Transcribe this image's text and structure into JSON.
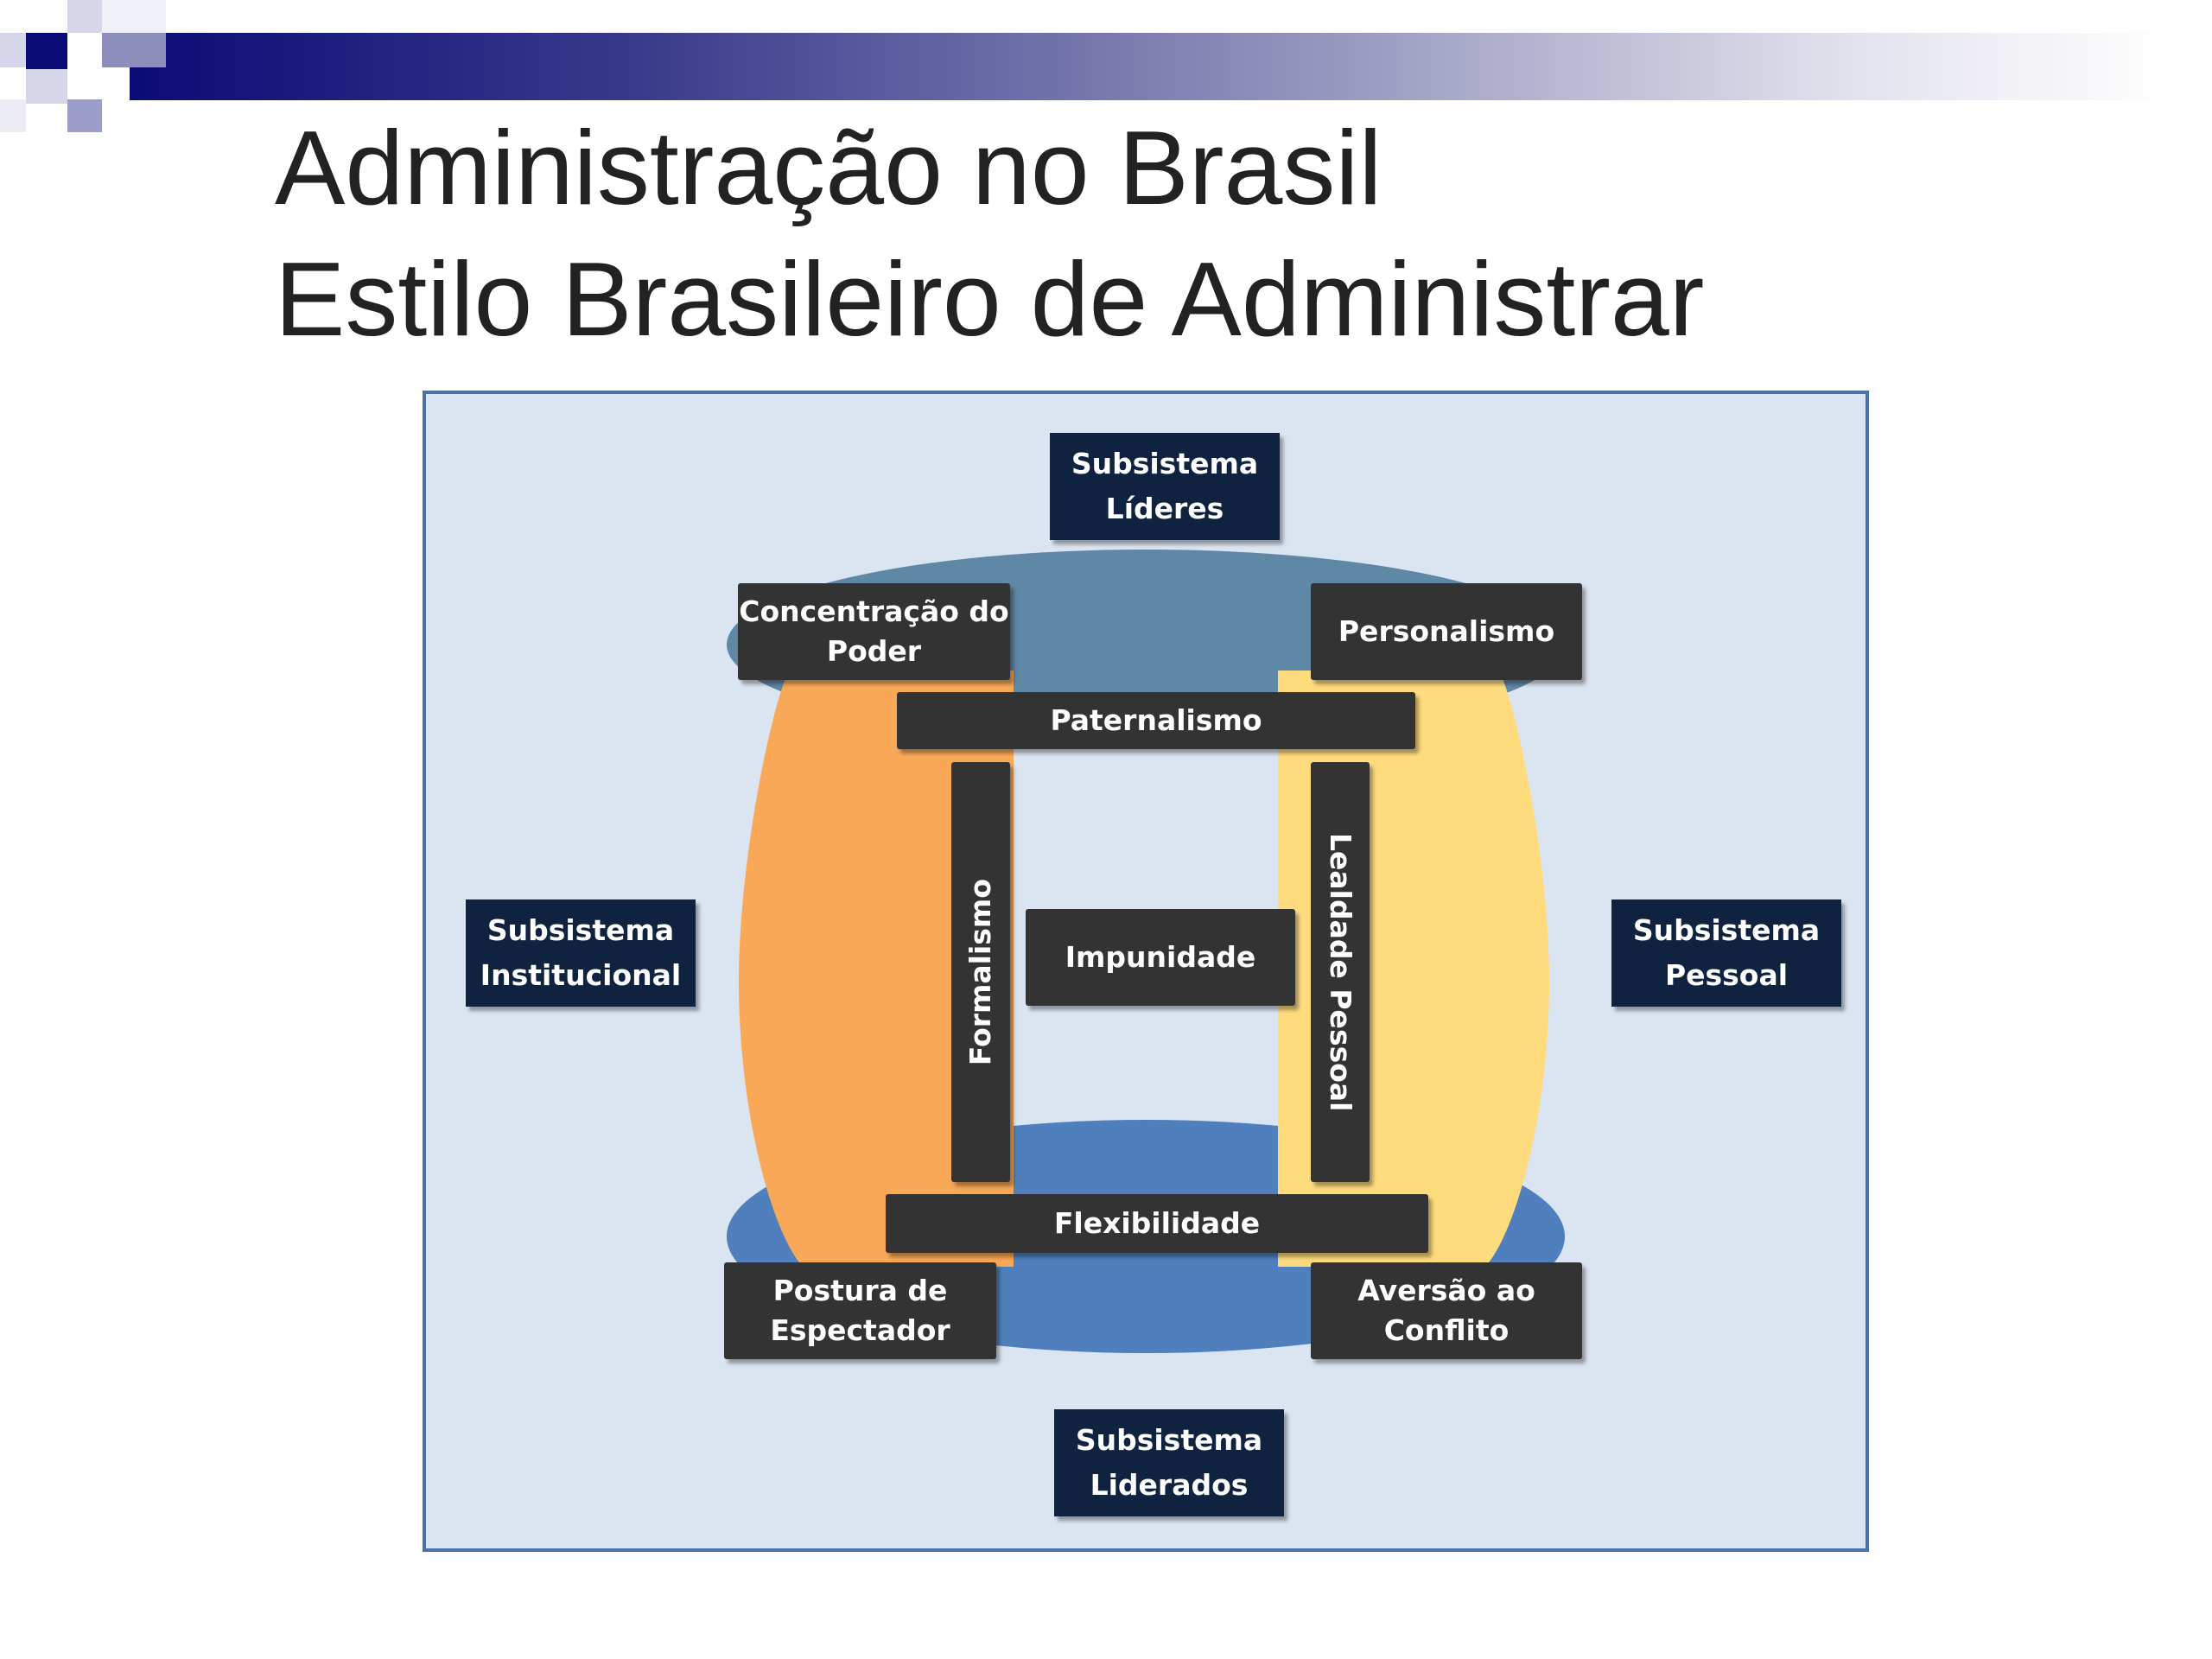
{
  "title": {
    "line1": "Administração no Brasil",
    "line2": "Estilo Brasileiro de Administrar"
  },
  "diagram": {
    "subsystems": {
      "top": {
        "line1": "Subsistema",
        "line2": "Líderes"
      },
      "left": {
        "line1": "Subsistema",
        "line2": "Institucional"
      },
      "right": {
        "line1": "Subsistema",
        "line2": "Pessoal"
      },
      "bottom": {
        "line1": "Subsistema",
        "line2": "Liderados"
      }
    },
    "traits": {
      "concentracao": {
        "line1": "Concentração do",
        "line2": "Poder"
      },
      "personalismo": "Personalismo",
      "paternalismo": "Paternalismo",
      "formalismo": "Formalismo",
      "impunidade": "Impunidade",
      "lealdade": "Lealdade Pessoal",
      "flexibilidade": "Flexibilidade",
      "postura": {
        "line1": "Postura de",
        "line2": "Espectador"
      },
      "aversao": {
        "line1": "Aversão ao",
        "line2": "Conflito"
      }
    },
    "colors": {
      "background": "#dbe4f1",
      "border": "#4a72a8",
      "top_ellipse": "#5f87a6",
      "bottom_ellipse": "#4f80bd",
      "left_lens": "#f9a857",
      "right_lens": "#fedb7d",
      "navy_box": "#0f2340",
      "dark_box": "#333333"
    }
  }
}
